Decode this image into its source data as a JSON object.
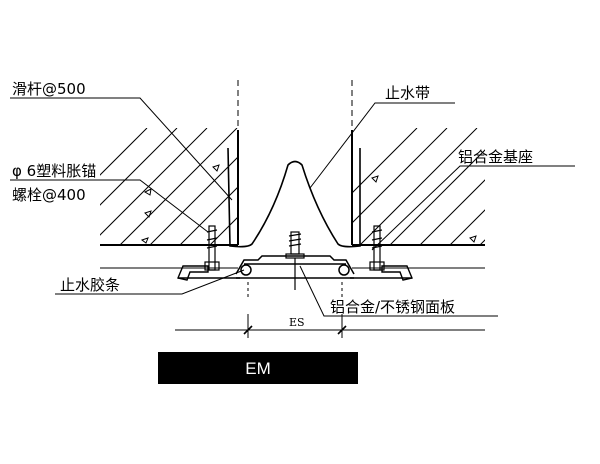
{
  "labels": {
    "slide_bar": "滑杆@500",
    "anchor_line1": "φ 6塑料胀锚",
    "anchor_line2": "螺栓@400",
    "waterstop": "止水带",
    "aluminum_base": "铝合金基座",
    "sealing_strip": "止水胶条",
    "cover_plate": "铝合金/不锈钢面板",
    "dimension": "ES"
  },
  "badge": {
    "text": "EM",
    "color": "#000000"
  },
  "colors": {
    "line": "#000000",
    "background": "#ffffff"
  }
}
